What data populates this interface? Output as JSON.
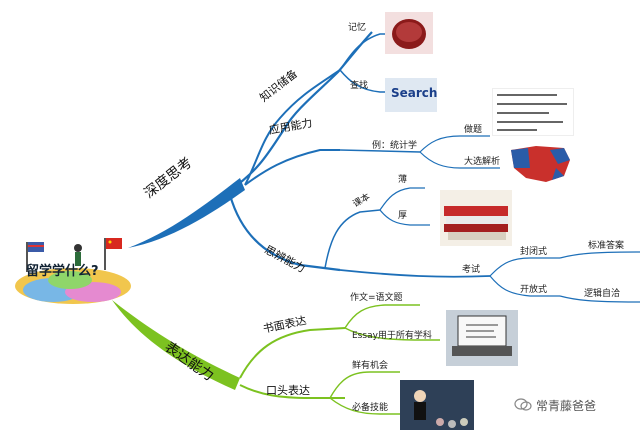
{
  "root": {
    "label": "留学学什么?"
  },
  "branches": {
    "deep_thinking": {
      "label": "深度思考",
      "color": "#1d6fb8",
      "knowledge": {
        "label": "知识储备",
        "memory": "记忆",
        "search": "查找",
        "search_image_text": "Search"
      },
      "application": {
        "label": "应用能力",
        "example": "例：统计学",
        "exercise": "做题",
        "big_data": "大选解析"
      },
      "critical": {
        "label": "思辨能力",
        "textbook": "课本",
        "thin": "薄",
        "thick": "厚",
        "exam": "考试",
        "closed": "封闭式",
        "standard_answer": "标准答案",
        "open": "开放式",
        "self_consistent": "逻辑自洽"
      }
    },
    "expression": {
      "label": "表达能力",
      "color": "#7cc220",
      "written": {
        "label": "书面表达",
        "essay_topic": "作文=语文题",
        "essay_all": "Essay用于所有学科"
      },
      "oral": {
        "label": "口头表达",
        "fresh_chance": "鲜有机会",
        "required": "必备技能"
      }
    }
  },
  "watermark": "常青藤爸爸",
  "icons": [
    "brain-image",
    "search-image",
    "formula-image",
    "election-map-image",
    "books-image",
    "laptop-image",
    "lecture-image",
    "globe-kids-image",
    "wechat-icon"
  ]
}
